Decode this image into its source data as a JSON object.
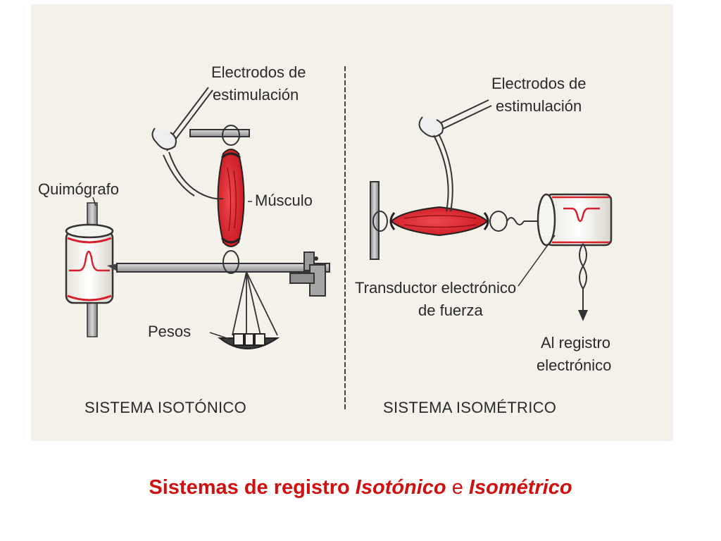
{
  "colors": {
    "panel_bg": "#f3f1ea",
    "muscle": "#d8202a",
    "caption": "#d10f0f",
    "ink": "#2a2a2a"
  },
  "isotonic": {
    "electrodes_line1": "Electrodos de",
    "electrodes_line2": "estimulación",
    "kymograph": "Quimógrafo",
    "muscle": "Músculo",
    "weights": "Pesos",
    "system": "SISTEMA ISOTÓNICO"
  },
  "isometric": {
    "electrodes_line1": "Electrodos de",
    "electrodes_line2": "estimulación",
    "transducer_line1": "Transductor electrónico",
    "transducer_line2": "de fuerza",
    "record_line1": "Al registro",
    "record_line2": "electrónico",
    "system": "SISTEMA ISOMÉTRICO"
  },
  "caption": {
    "part1": "Sistemas de registro",
    "isotonic": "Isotónico",
    "conj": "e",
    "isometric": "Isométrico"
  }
}
